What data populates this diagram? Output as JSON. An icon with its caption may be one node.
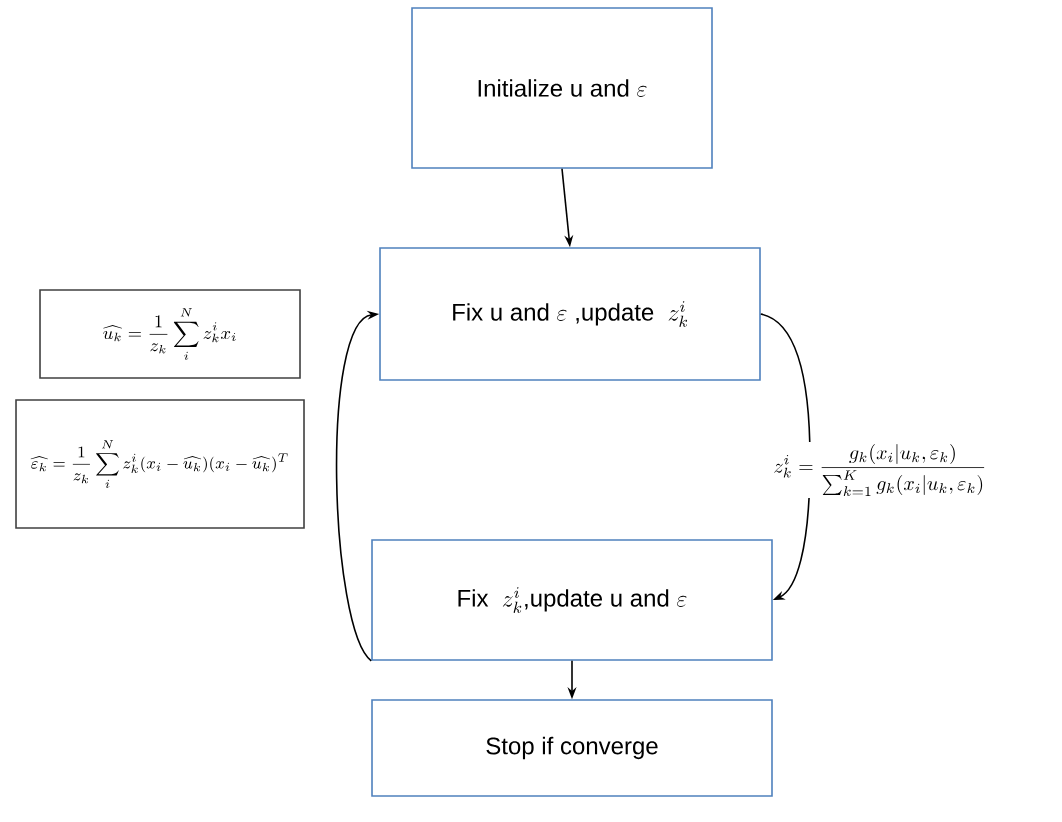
{
  "diagram": {
    "nodes": [
      {
        "text": [
          "\\text{Initialize u and }\\varepsilon"
        ]
      },
      {
        "text": [
          "\\text{Fix u and }\\varepsilon\\text{ ,update }\\;z_k^i"
        ]
      },
      {
        "text": [
          "\\widehat{u_k}=\\frac{1}{z_k}\\sum_{i}^{N} z_k^i x_i"
        ]
      },
      {
        "text": [
          "\\widehat{\\varepsilon_k}=\\frac{1}{z_k}\\sum_{i}^{N} z_k^i (x_i-\\widehat{u_k})(x_i-\\widehat{u_k})^T"
        ]
      },
      {
        "text": [
          "\\text{Fix }\\; z_k^i\\text{,update u and }\\varepsilon"
        ]
      },
      {
        "text": [
          "\\text{Stop if converge}"
        ]
      }
    ],
    "edges": [
      {
        "from": 0,
        "to": 1,
        "arrow": "to"
      },
      {
        "from": 1,
        "to": 4,
        "arrow": "to",
        "label": "z_k^i=\\frac{g_k(x_i|u_k,\\varepsilon_k)}{\\sum_{k=1}^{K} g_k(x_i|u_k,\\varepsilon_k)}"
      },
      {
        "from": 4,
        "to": 1,
        "arrow": "to"
      },
      {
        "from": 4,
        "to": 5,
        "arrow": "to"
      }
    ]
  }
}
